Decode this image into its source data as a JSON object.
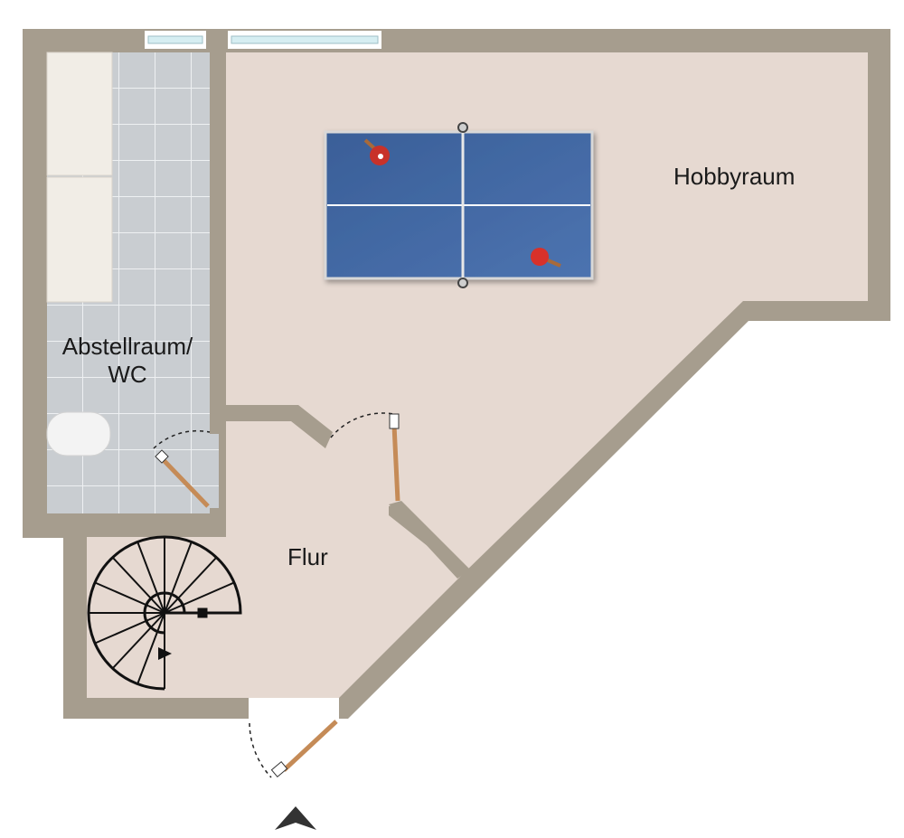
{
  "rooms": {
    "hobbyraum": "Hobbyraum",
    "abstellraum_line1": "Abstellraum/",
    "abstellraum_line2": "WC",
    "flur": "Flur"
  },
  "colors": {
    "wall": "#a69d8e",
    "floor": "#e6d9d1",
    "tile": "#c9cdd1",
    "tile_grid": "#eef0f2",
    "table": "#3f67a0",
    "door_leaf": "#c58b57",
    "arrow": "#333333"
  },
  "icons": [
    "ping-pong-table-icon",
    "paddle-icon",
    "toilet-icon",
    "spiral-staircase-icon",
    "entrance-arrow-icon"
  ]
}
